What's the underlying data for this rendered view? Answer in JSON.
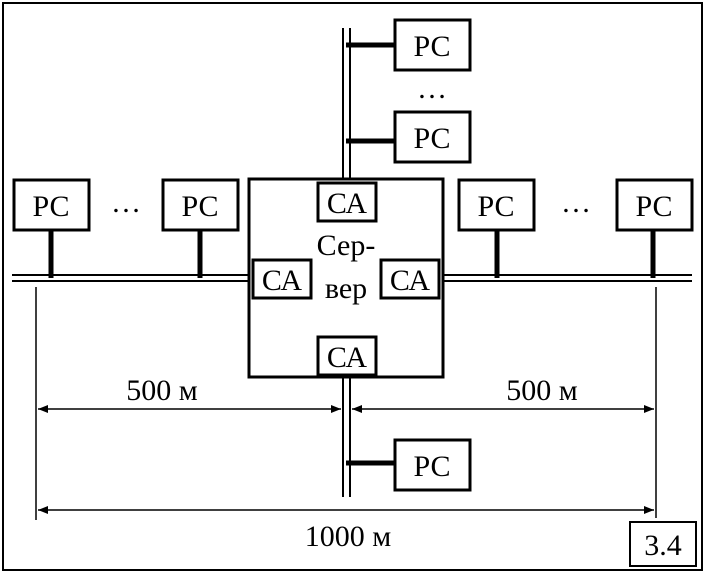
{
  "labels": {
    "workstation": "РС",
    "adapter": "СА",
    "server_line1": "Сер-",
    "server_line2": "вер",
    "ellipsis": "…",
    "dim_left": "500 м",
    "dim_right": "500 м",
    "dim_total": "1000 м",
    "figure_number": "3.4"
  }
}
